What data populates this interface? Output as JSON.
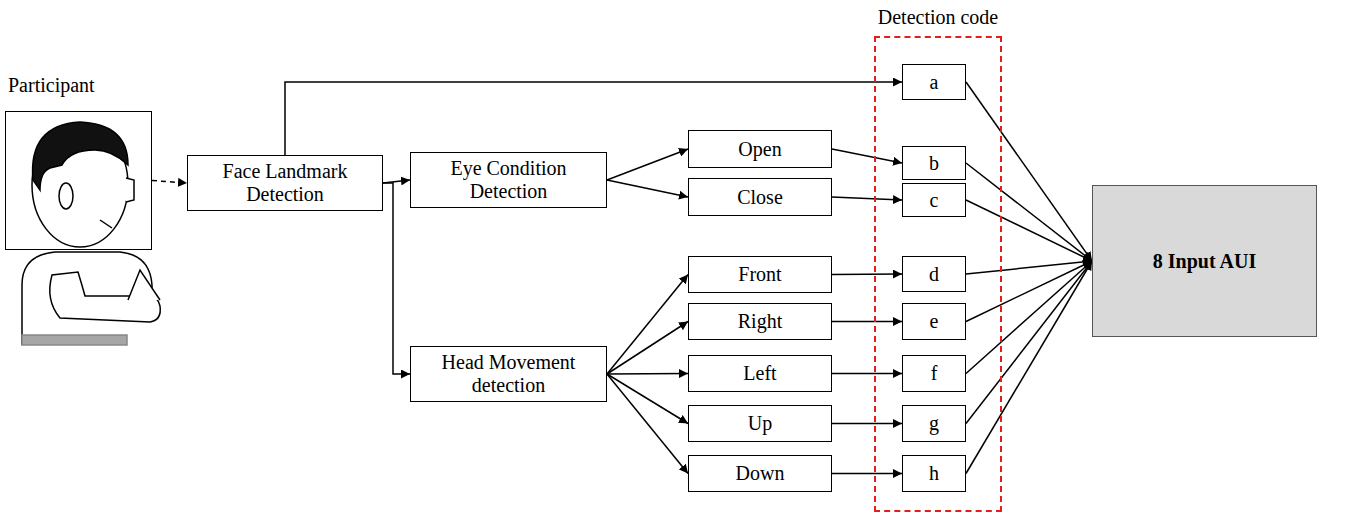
{
  "diagram": {
    "nodes": [
      {
        "text": [
          "Participant"
        ]
      },
      {
        "text": [
          "Face Landmark Detection"
        ]
      },
      {
        "text": [
          "Eye Condition Detection"
        ]
      },
      {
        "text": [
          "Open"
        ]
      },
      {
        "text": [
          "Close"
        ]
      },
      {
        "text": [
          "Head Movement detection"
        ]
      },
      {
        "text": [
          "Front"
        ]
      },
      {
        "text": [
          "Right"
        ]
      },
      {
        "text": [
          "Left"
        ]
      },
      {
        "text": [
          "Up"
        ]
      },
      {
        "text": [
          "Down"
        ]
      },
      {
        "text": [
          "Detection code"
        ]
      },
      {
        "text": [
          "a"
        ],
        "in": 11
      },
      {
        "text": [
          "b"
        ],
        "in": 11
      },
      {
        "text": [
          "c"
        ],
        "in": 11
      },
      {
        "text": [
          "d"
        ],
        "in": 11
      },
      {
        "text": [
          "e"
        ],
        "in": 11
      },
      {
        "text": [
          "f"
        ],
        "in": 11
      },
      {
        "text": [
          "g"
        ],
        "in": 11
      },
      {
        "text": [
          "h"
        ],
        "in": 11
      },
      {
        "text": [
          "8 Input AUI"
        ]
      }
    ],
    "edges": [
      {
        "from": 0,
        "to": 1,
        "arrow": "to"
      },
      {
        "from": 1,
        "to": 12,
        "arrow": "to"
      },
      {
        "from": 1,
        "to": 2,
        "arrow": "to"
      },
      {
        "from": 1,
        "to": 5,
        "arrow": "to"
      },
      {
        "from": 2,
        "to": 3,
        "arrow": "to"
      },
      {
        "from": 2,
        "to": 4,
        "arrow": "to"
      },
      {
        "from": 5,
        "to": 6,
        "arrow": "to"
      },
      {
        "from": 5,
        "to": 7,
        "arrow": "to"
      },
      {
        "from": 5,
        "to": 8,
        "arrow": "to"
      },
      {
        "from": 5,
        "to": 9,
        "arrow": "to"
      },
      {
        "from": 5,
        "to": 10,
        "arrow": "to"
      },
      {
        "from": 3,
        "to": 13,
        "arrow": "to"
      },
      {
        "from": 4,
        "to": 14,
        "arrow": "to"
      },
      {
        "from": 6,
        "to": 15,
        "arrow": "to"
      },
      {
        "from": 7,
        "to": 16,
        "arrow": "to"
      },
      {
        "from": 8,
        "to": 17,
        "arrow": "to"
      },
      {
        "from": 9,
        "to": 18,
        "arrow": "to"
      },
      {
        "from": 10,
        "to": 19,
        "arrow": "to"
      },
      {
        "from": 12,
        "to": 20,
        "arrow": "to"
      },
      {
        "from": 13,
        "to": 20,
        "arrow": "to"
      },
      {
        "from": 14,
        "to": 20,
        "arrow": "to"
      },
      {
        "from": 15,
        "to": 20,
        "arrow": "to"
      },
      {
        "from": 16,
        "to": 20,
        "arrow": "to"
      },
      {
        "from": 17,
        "to": 20,
        "arrow": "to"
      },
      {
        "from": 18,
        "to": 20,
        "arrow": "to"
      },
      {
        "from": 19,
        "to": 20,
        "arrow": "to"
      }
    ]
  }
}
